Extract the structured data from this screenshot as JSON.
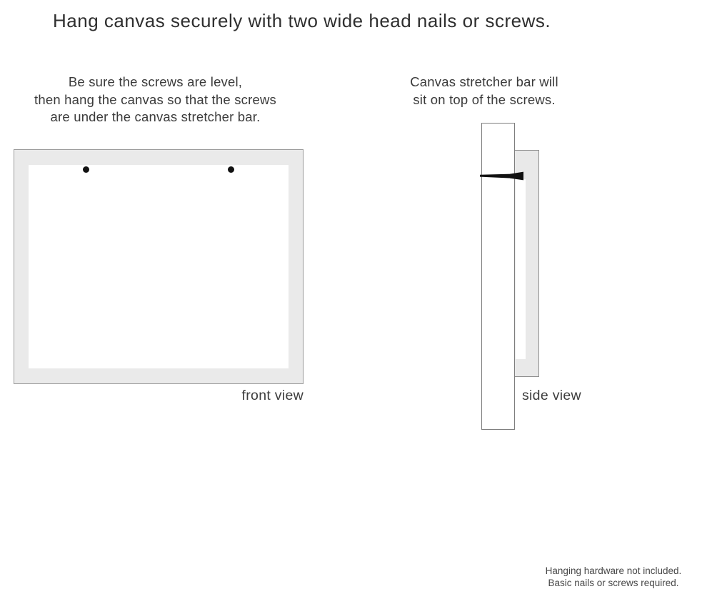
{
  "page": {
    "title": "Hang canvas securely with two wide head nails or screws."
  },
  "instructions": {
    "left": "Be sure the screws are level,\nthen hang the canvas so that the screws\nare under the canvas stretcher bar.",
    "right": "Canvas stretcher bar will\nsit on top of the screws."
  },
  "diagrams": {
    "front_view": {
      "label": "front view",
      "screw_count": 2,
      "icon": "screw-dot-icon"
    },
    "side_view": {
      "label": "side view",
      "icon": "nail-icon"
    }
  },
  "footer": {
    "note": "Hanging hardware not included.\nBasic nails or screws required."
  },
  "colors": {
    "canvas_edge_fill": "#eaeaea",
    "canvas_edge_border": "#9b9b9b",
    "stretcher_bar_border": "#7e7e7e",
    "side_canvas_fill": "#e9e9e9",
    "screw_black": "#111111",
    "text_dark": "#2f2f2f",
    "text_body": "#3a3a3a",
    "text_note": "#474747"
  }
}
